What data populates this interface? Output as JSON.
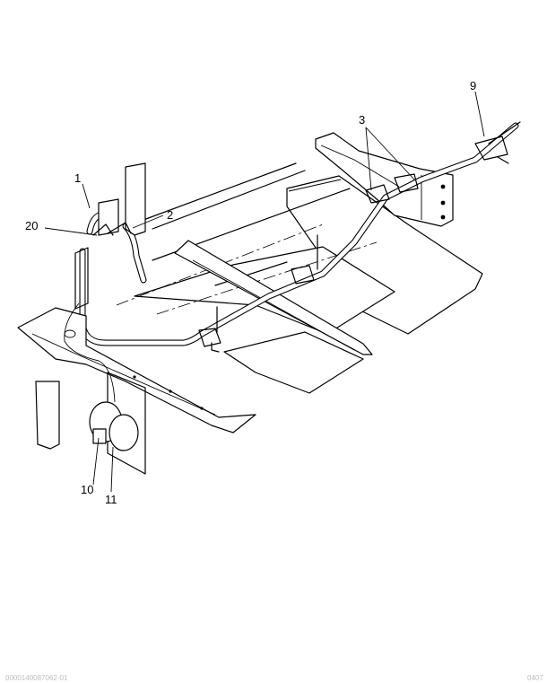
{
  "diagram": {
    "callouts": {
      "c1": "1",
      "c2": "2",
      "c3": "3",
      "c9": "9",
      "c10": "10",
      "c11": "11",
      "c20": "20"
    },
    "footer": {
      "left": "0000140087062-01",
      "right": "0407"
    }
  }
}
